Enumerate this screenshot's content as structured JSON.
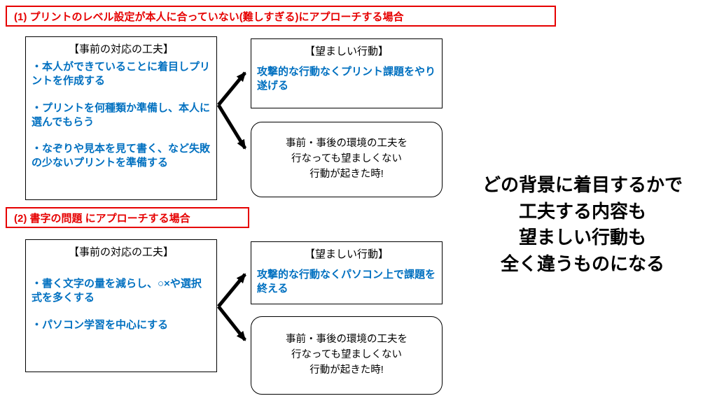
{
  "colors": {
    "accent_red": "#e60000",
    "accent_blue": "#0070c0",
    "text_black": "#000000"
  },
  "section1": {
    "title": "(1) プリントのレベル設定が本人に合っていない(難しすぎる)にアプローチする場合",
    "left": {
      "heading": "【事前の対応の工夫】",
      "bullets": [
        "・本人ができていることに着目しプリントを作成する",
        "・プリントを何種類か準備し、本人に選んでもらう",
        "・なぞりや見本を見て書く、など失敗の少ないプリントを準備する"
      ]
    },
    "desired": {
      "heading": "【望ましい行動】",
      "text": "攻撃的な行動なくプリント課題をやり遂げる"
    },
    "fallback": {
      "lines": [
        "事前・事後の環境の工夫を",
        "行なっても望ましくない",
        "行動が起きた時!"
      ]
    }
  },
  "section2": {
    "title": "(2) 書字の問題 にアプローチする場合",
    "left": {
      "heading": "【事前の対応の工夫】",
      "bullets": [
        "・書く文字の量を減らし、○×や選択式を多くする",
        "・パソコン学習を中心にする"
      ]
    },
    "desired": {
      "heading": "【望ましい行動】",
      "text": "攻撃的な行動なくパソコン上で課題を終える"
    },
    "fallback": {
      "lines": [
        "事前・事後の環境の工夫を",
        "行なっても望ましくない",
        "行動が起きた時!"
      ]
    }
  },
  "side_note": {
    "lines": [
      "どの背景に着目するかで",
      "工夫する内容も",
      "望ましい行動も",
      "全く違うものになる"
    ]
  }
}
